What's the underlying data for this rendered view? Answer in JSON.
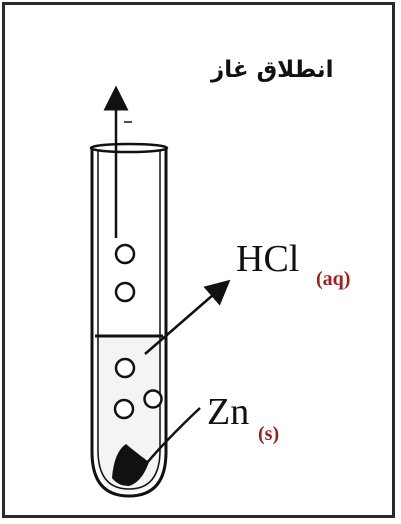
{
  "gas_label": "انطلاق غاز",
  "acid": {
    "formula": "HCl",
    "state": "(aq)"
  },
  "metal": {
    "symbol": "Zn",
    "state": "(s)"
  },
  "colors": {
    "ink": "#111111",
    "state_label": "#a01e1e",
    "liquid": "#f4f4f4"
  }
}
